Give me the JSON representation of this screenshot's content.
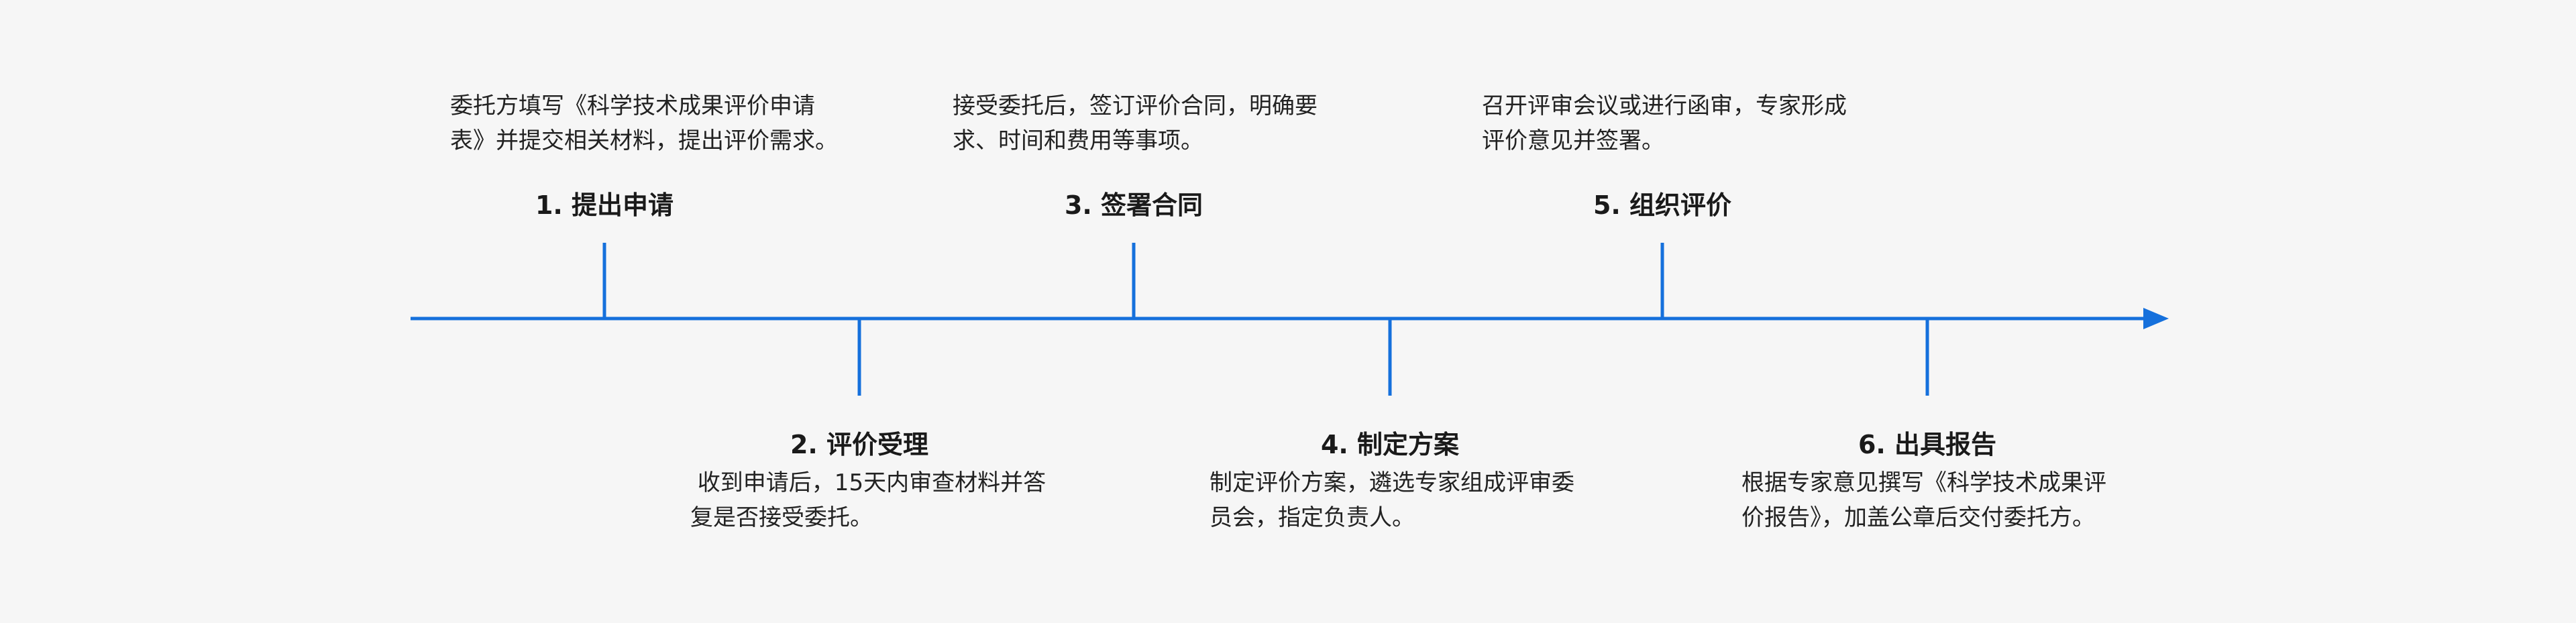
{
  "accent_color": "#1570dc",
  "steps": [
    {
      "title": "1. 提出申请",
      "lines": [
        "委托方填写《科学技术成果评价申请",
        "表》并提交相关材料，提出评价需求。"
      ]
    },
    {
      "title": "2. 评价受理",
      "lines": [
        " 收到申请后，15天内审查材料并答",
        "复是否接受委托。"
      ]
    },
    {
      "title": "3. 签署合同",
      "lines": [
        "接受委托后，签订评价合同，明确要",
        "求、时间和费用等事项。"
      ]
    },
    {
      "title": "4. 制定方案",
      "lines": [
        "制定评价方案，遴选专家组成评审委",
        "员会，指定负责人。"
      ]
    },
    {
      "title": "5. 组织评价",
      "lines": [
        "召开评审会议或进行函审，专家形成",
        "评价意见并签署。"
      ]
    },
    {
      "title": "6. 出具报告",
      "lines": [
        "根据专家意见撰写《科学技术成果评",
        "价报告》，加盖公章后交付委托方。"
      ]
    }
  ]
}
